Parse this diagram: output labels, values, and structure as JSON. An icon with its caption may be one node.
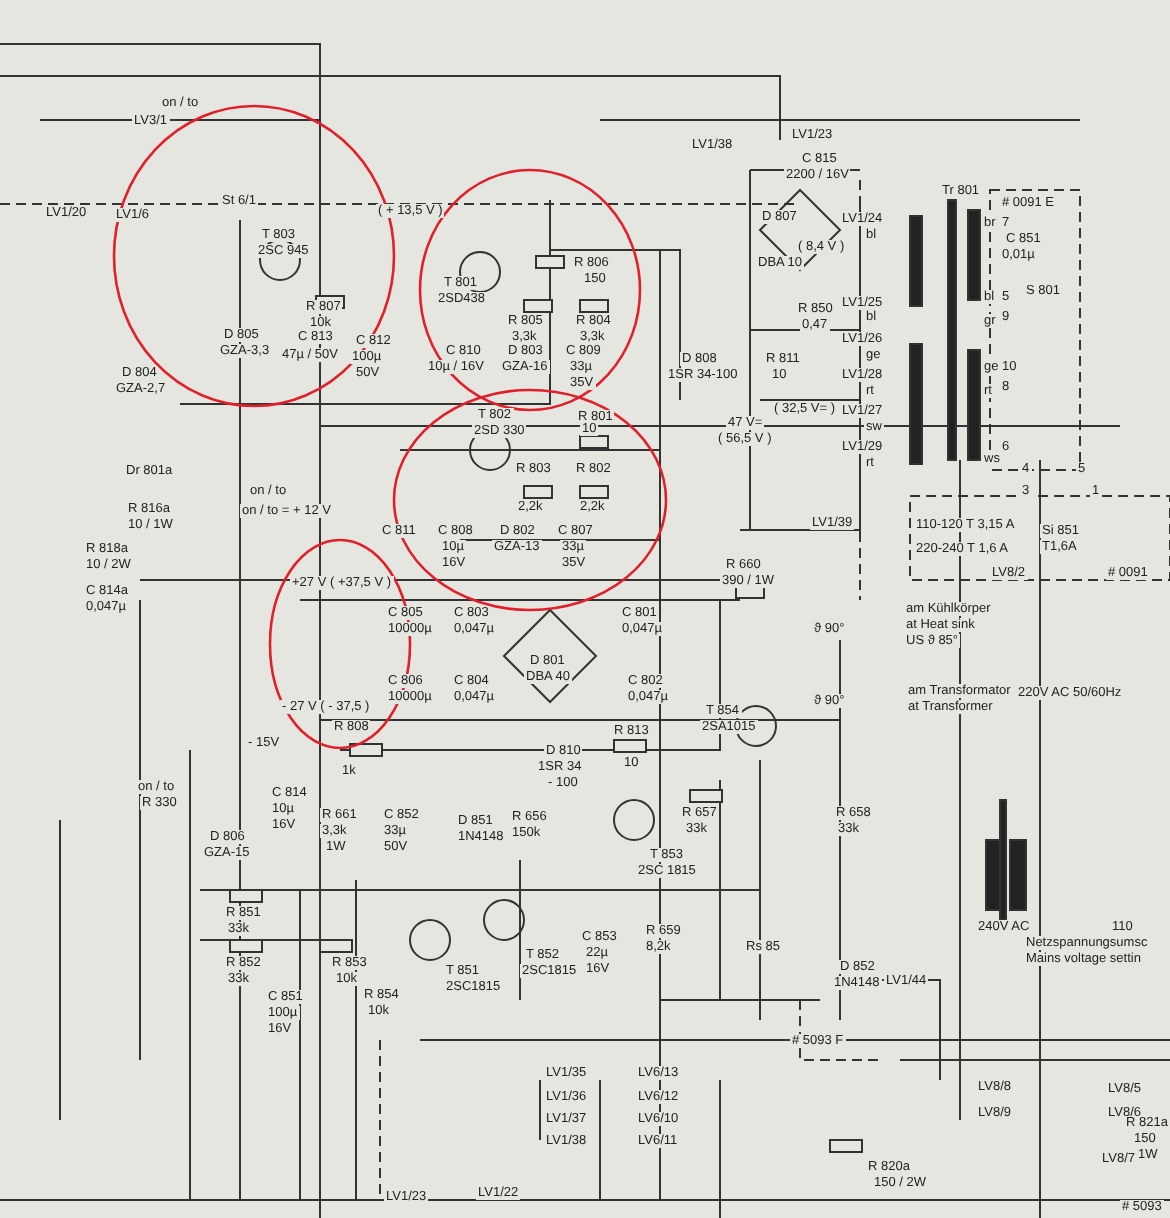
{
  "diagram": {
    "labels": [
      "on / to",
      "LV3/1",
      "LV1/20",
      "LV1/6",
      "St 6/1",
      "T 803",
      "2SC 945",
      "( + 13,5 V )",
      "R 807",
      "10k",
      "D 805",
      "GZA-3,3",
      "C 813",
      "47µ / 50V",
      "C 812",
      "100µ",
      "50V",
      "D 804",
      "GZA-2,7",
      "Dr 801a",
      "on / to",
      "on / to = + 12 V",
      "R 816a",
      "10 / 1W",
      "R 818a",
      "10 / 2W",
      "C 814a",
      "0,047µ",
      "LV1/38",
      "LV1/23",
      "C 815",
      "2200 / 16V",
      "D 807",
      "DBA 10",
      "( 8,4 V )",
      "T 801",
      "2SD438",
      "R 806",
      "150",
      "R 805",
      "3,3k",
      "R 804",
      "3,3k",
      "C 810",
      "10µ / 16V",
      "D 803",
      "GZA-16",
      "C 809",
      "33µ",
      "35V",
      "D 808",
      "1SR 34-100",
      "R 811",
      "10",
      "R 850",
      "0,47",
      "( 32,5 V= )",
      "47 V=",
      "( 56,5 V )",
      "T 802",
      "2SD 330",
      "R 801",
      "10",
      "R 803",
      "2,2k",
      "R 802",
      "2,2k",
      "C 811",
      "C 808",
      "10µ",
      "16V",
      "D 802",
      "GZA-13",
      "C 807",
      "33µ",
      "35V",
      "LV1/39",
      "R 660",
      "390 / 1W",
      "+27 V ( +37,5 V )",
      "C 805",
      "10000µ",
      "C 806",
      "10000µ",
      "C 803",
      "0,047µ",
      "C 801",
      "0,047µ",
      "D 801",
      "DBA 40",
      "C 804",
      "0,047µ",
      "C 802",
      "0,047µ",
      "- 27 V ( - 37,5 )",
      "R 808",
      "1k",
      "- 15V",
      "on / to",
      "R 330",
      "D 806",
      "GZA-15",
      "C 814",
      "10µ",
      "16V",
      "R 661",
      "3,3k",
      "1W",
      "C 852",
      "33µ",
      "50V",
      "D 851",
      "1N4148",
      "R 656",
      "150k",
      "D 810",
      "1SR 34",
      "- 100",
      "R 813",
      "10",
      "T 854",
      "2SA1015",
      "R 657",
      "33k",
      "T 853",
      "2SC 1815",
      "T 852",
      "2SC1815",
      "T 851",
      "2SC1815",
      "R 851",
      "33k",
      "R 852",
      "33k",
      "R 853",
      "10k",
      "R 854",
      "10k",
      "C 851",
      "100µ",
      "16V",
      "C 853",
      "22µ",
      "16V",
      "R 659",
      "8,2k",
      "R 658",
      "33k",
      "Rs 85",
      "D 852",
      "1N4148",
      "LV1/44",
      "# 5093 F",
      "LV1/35",
      "LV6/13",
      "LV1/36",
      "LV6/12",
      "LV1/37",
      "LV6/10",
      "LV1/38",
      "LV6/11",
      "LV1/23",
      "LV1/22",
      "LV8/8",
      "LV8/9",
      "LV8/5",
      "LV8/6",
      "LV8/7",
      "R 820a",
      "150 / 2W",
      "R 821a",
      "150",
      "1W",
      "# 5093",
      "Tr 801",
      "LV1/24",
      "bl",
      "LV1/25",
      "bl",
      "LV1/26",
      "ge",
      "LV1/28",
      "rt",
      "LV1/27",
      "sw",
      "LV1/29",
      "rt",
      "# 0091 E",
      "br",
      "7",
      "C 851",
      "0,01µ",
      "S 801",
      "bl",
      "5",
      "gr",
      "9",
      "ge",
      "10",
      "rt",
      "8",
      "ws",
      "6",
      "4",
      "3",
      "5",
      "1",
      "110-120  T 3,15 A",
      "220-240  T 1,6 A",
      "Si 851",
      "T1,6A",
      "LV8/2",
      "# 0091",
      "am Kühlkörper",
      "at Heat sink",
      "US ϑ 85°",
      "ϑ 90°",
      "220V AC 50/60Hz",
      "am Transformator",
      "at Transformer",
      "ϑ 90°",
      "240V AC",
      "110",
      "Netzspannungsumsc",
      "Mains voltage settin"
    ]
  }
}
